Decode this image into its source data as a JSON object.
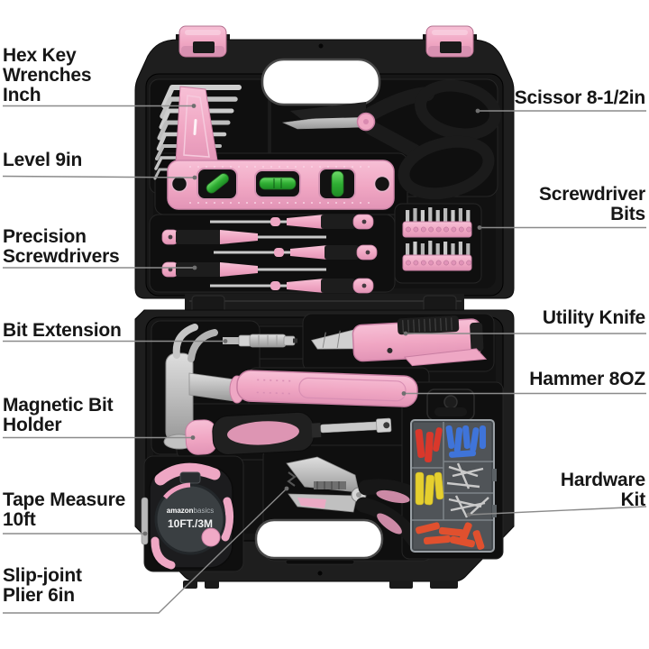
{
  "image_type": "annotated product callout diagram of a pink tool kit in an open black case",
  "background": "#ffffff",
  "palette": {
    "case_black": "#1e1e1e",
    "tray_black": "#141414",
    "recess_black": "#0f0f0f",
    "pink": "#f0a6c3",
    "pink_light": "#f8cadc",
    "pink_deep": "#d68db0",
    "silver": "#c8c8c8",
    "vial_green": "#3cb53c",
    "leader_gray": "#8b8b8b",
    "label_color": "#161616"
  },
  "callouts": [
    {
      "id": "hex-key-wrenches",
      "side": "left",
      "label": "Hex Key\nWrenches\nInch"
    },
    {
      "id": "level",
      "side": "left",
      "label": "Level 9in"
    },
    {
      "id": "precision-screwdrivers",
      "side": "left",
      "label": "Precision\nScrewdrivers"
    },
    {
      "id": "bit-extension",
      "side": "left",
      "label": "Bit Extension"
    },
    {
      "id": "magnetic-bit-holder",
      "side": "left",
      "label": "Magnetic Bit\nHolder"
    },
    {
      "id": "tape-measure",
      "side": "left",
      "label": "Tape Measure\n10ft"
    },
    {
      "id": "slip-joint-plier",
      "side": "left",
      "label": "Slip-joint\nPlier 6in"
    },
    {
      "id": "scissor",
      "side": "right",
      "label": "Scissor 8-1/2in"
    },
    {
      "id": "screwdriver-bits",
      "side": "right",
      "label": "Screwdriver\nBits"
    },
    {
      "id": "utility-knife",
      "side": "right",
      "label": "Utility Knife"
    },
    {
      "id": "hammer",
      "side": "right",
      "label": "Hammer 8OZ"
    },
    {
      "id": "hardware-kit",
      "side": "right",
      "label": "Hardware\nKit"
    }
  ],
  "tape_measure_face": {
    "brand_bold": "amazon",
    "brand_light": "basics",
    "size": "10FT./3M"
  }
}
